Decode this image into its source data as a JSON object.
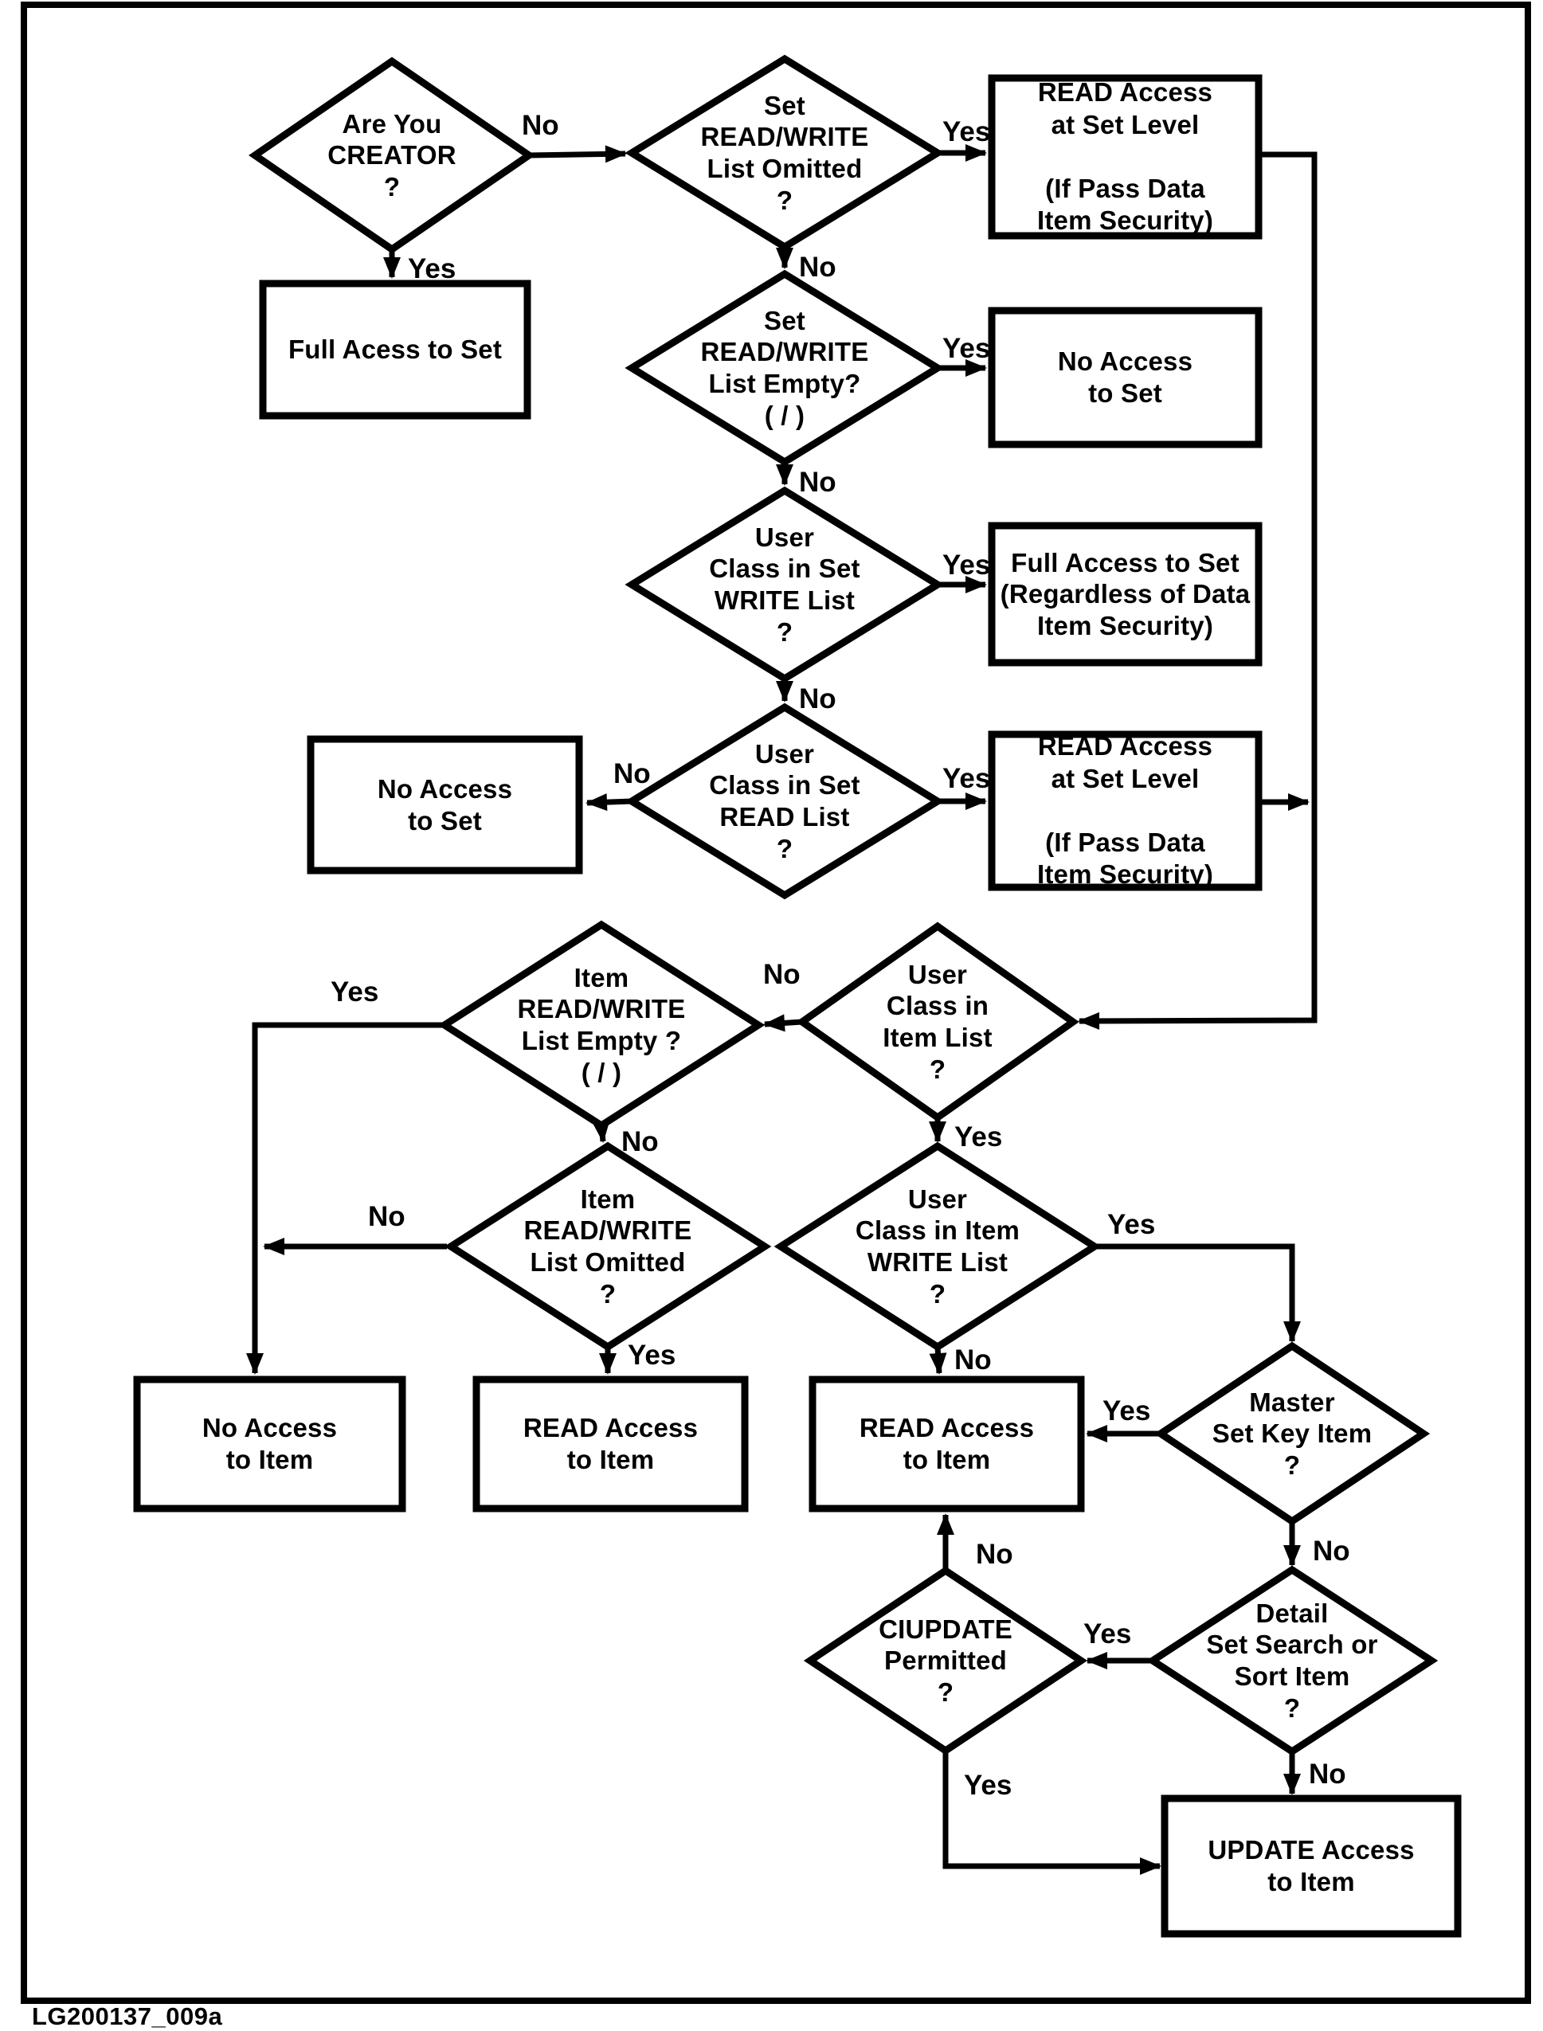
{
  "figure_id": "LG200137_009a",
  "colors": {
    "ink": "#000000",
    "paper": "#ffffff"
  },
  "nodes": {
    "are_you_creator": {
      "type": "decision",
      "label": "Are You\nCREATOR\n?"
    },
    "full_acess_to_set": {
      "type": "result",
      "label": "Full Acess to Set"
    },
    "set_rw_list_omitted": {
      "type": "decision",
      "label": "Set\nREAD/WRITE\nList Omitted\n?"
    },
    "read_access_set_level_top": {
      "type": "result",
      "label": "READ Access\nat Set Level\n\n(If Pass Data\nItem Security)"
    },
    "set_rw_list_empty": {
      "type": "decision",
      "label": "Set\nREAD/WRITE\nList Empty?\n( / )"
    },
    "no_access_to_set_right": {
      "type": "result",
      "label": "No Access\nto Set"
    },
    "user_class_set_write": {
      "type": "decision",
      "label": "User\nClass in Set\nWRITE List\n?"
    },
    "full_access_to_set": {
      "type": "result",
      "label": "Full Access to Set\n(Regardless of Data\nItem Security)"
    },
    "user_class_set_read": {
      "type": "decision",
      "label": "User\nClass in Set\nREAD List\n?"
    },
    "no_access_to_set_left": {
      "type": "result",
      "label": "No Access\nto Set"
    },
    "read_access_set_level_bottom": {
      "type": "result",
      "label": "READ Access\nat Set Level\n\n(If Pass Data\nItem Security)"
    },
    "item_rw_list_empty": {
      "type": "decision",
      "label": "Item\nREAD/WRITE\nList Empty ?\n( / )"
    },
    "user_class_item_list": {
      "type": "decision",
      "label": "User\nClass in\nItem List\n?"
    },
    "item_rw_list_omitted": {
      "type": "decision",
      "label": "Item\nREAD/WRITE\nList Omitted\n?"
    },
    "user_class_item_write": {
      "type": "decision",
      "label": "User\nClass in Item\nWRITE List\n?"
    },
    "no_access_to_item": {
      "type": "result",
      "label": "No Access\nto Item"
    },
    "read_access_to_item_center": {
      "type": "result",
      "label": "READ Access\nto Item"
    },
    "read_access_to_item_right": {
      "type": "result",
      "label": "READ Access\nto Item"
    },
    "master_set_key_item": {
      "type": "decision",
      "label": "Master\nSet Key Item\n?"
    },
    "detail_set_search_sort": {
      "type": "decision",
      "label": "Detail\nSet Search or\nSort Item\n?"
    },
    "ciupdate_permitted": {
      "type": "decision",
      "label": "CIUPDATE\nPermitted\n?"
    },
    "update_access_to_item": {
      "type": "result",
      "label": "UPDATE Access\nto Item"
    }
  },
  "edge_labels": {
    "creator_no": "No",
    "creator_yes": "Yes",
    "set_omitted_yes": "Yes",
    "set_omitted_no": "No",
    "set_empty_yes": "Yes",
    "set_empty_no": "No",
    "set_write_yes": "Yes",
    "set_write_no": "No",
    "set_read_no": "No",
    "set_read_yes": "Yes",
    "item_list_no": "No",
    "item_list_yes": "Yes",
    "item_empty_yes": "Yes",
    "item_empty_no": "No",
    "item_omitted_no": "No",
    "item_omitted_yes": "Yes",
    "item_write_yes": "Yes",
    "item_write_no": "No",
    "master_yes": "Yes",
    "master_no": "No",
    "detail_yes": "Yes",
    "detail_no": "No",
    "ciupdate_no": "No",
    "ciupdate_yes": "Yes"
  }
}
